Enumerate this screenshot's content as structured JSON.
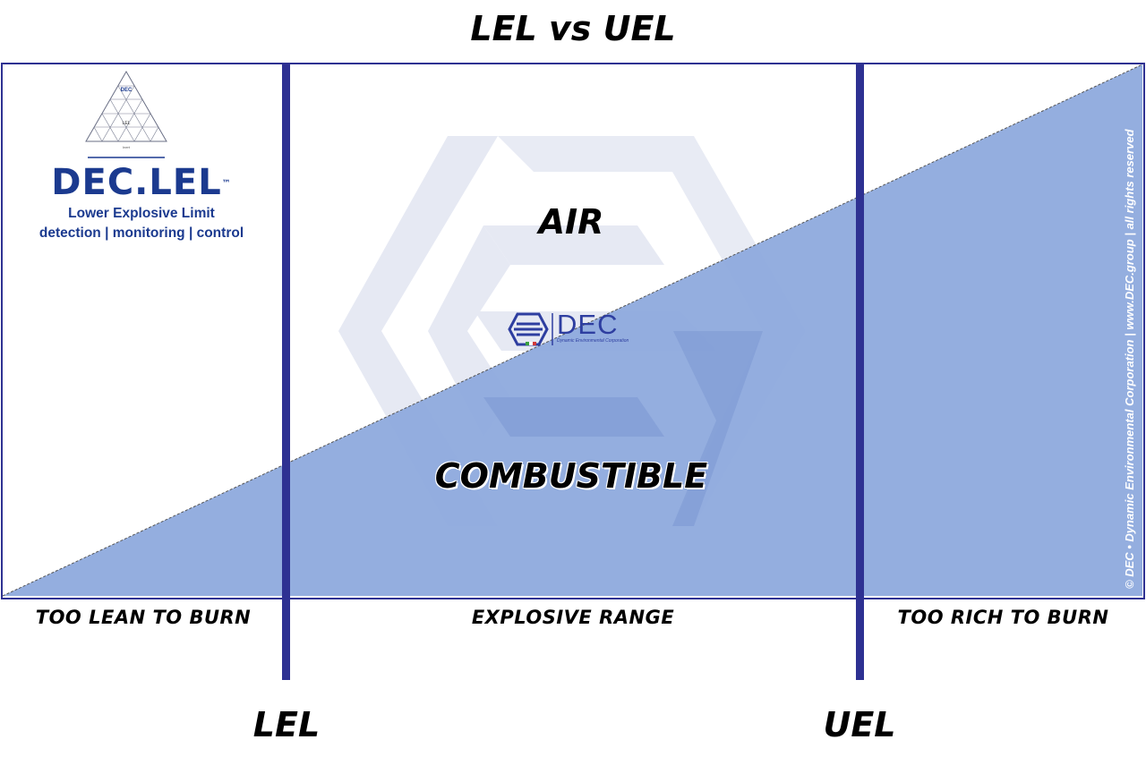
{
  "title": "LEL vs UEL",
  "zones": {
    "air": "AIR",
    "combustible": "COMBUSTIBLE"
  },
  "regions": {
    "lean": "TOO LEAN TO BURN",
    "explosive": "EXPLOSIVE RANGE",
    "rich": "TOO RICH TO BURN"
  },
  "limits": {
    "lel": "LEL",
    "uel": "UEL"
  },
  "brand": {
    "name": "DEC.LEL",
    "trademark": "™",
    "line1": "Lower Explosive Limit",
    "line2": "detection | monitoring | control",
    "triangle_labels": [
      "DEC",
      "LEL",
      "Inert"
    ]
  },
  "logo": {
    "word": "DEC",
    "tagline": "Dynamic Environmental Corporation"
  },
  "copyright": "© DEC • Dynamic Environmental Corporation  |  www.DEC.group  |  all rights reserved",
  "colors": {
    "frame": "#2e3192",
    "combustible_fill": "#8eaadd",
    "watermark": "#e6e9f3",
    "brand": "#1b3a8f"
  },
  "icons": [
    "triangle-diagram-icon",
    "dec-hexagon-logo-icon",
    "hexagon-watermark-icon"
  ]
}
